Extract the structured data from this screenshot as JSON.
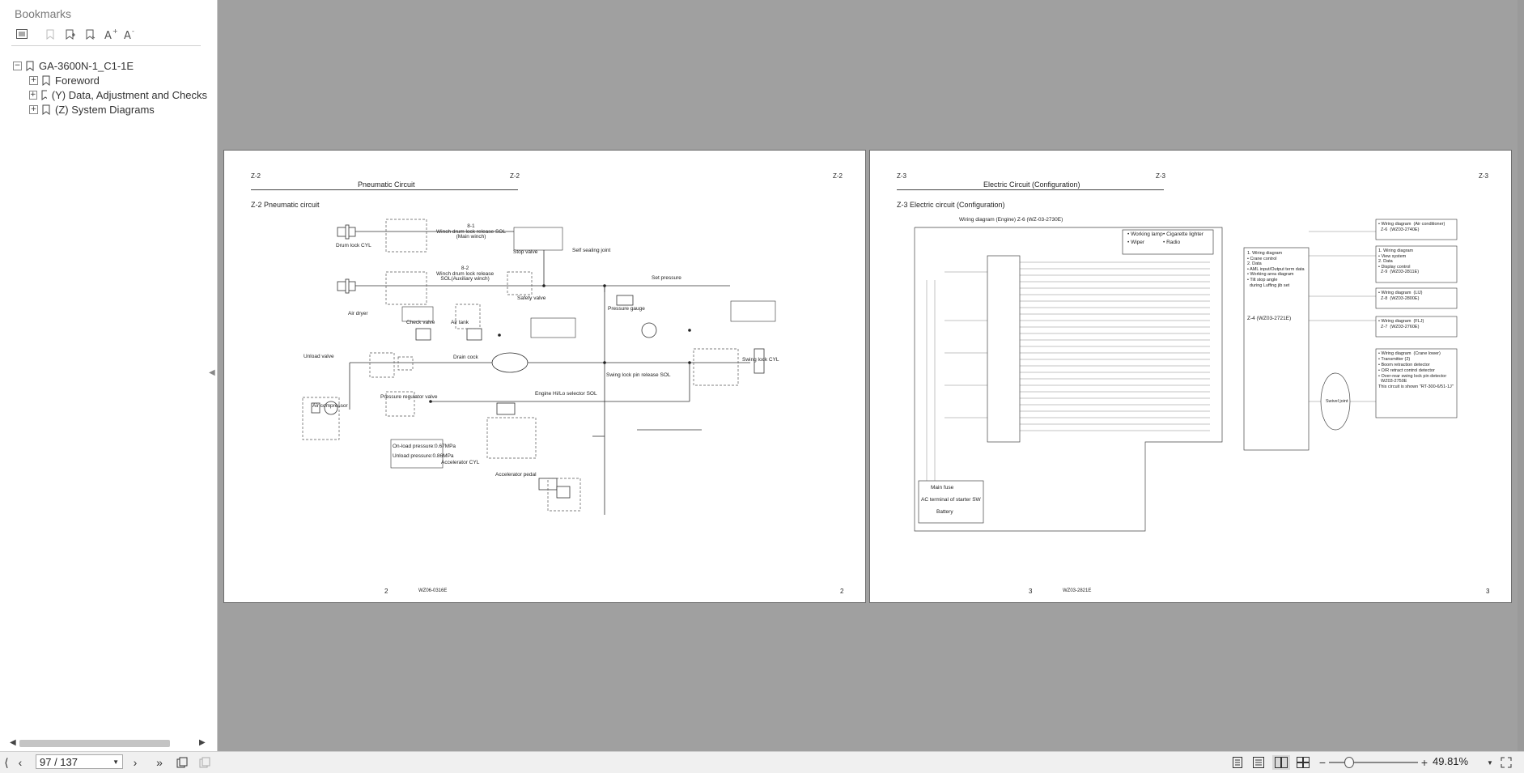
{
  "sidebar": {
    "title": "Bookmarks",
    "tree": [
      {
        "label": "GA-3600N-1_C1-1E",
        "toggle": "−"
      },
      {
        "label": "Foreword",
        "toggle": "+"
      },
      {
        "label": "(Y) Data, Adjustment and Checks",
        "toggle": "+"
      },
      {
        "label": "(Z) System Diagrams",
        "toggle": "+"
      }
    ]
  },
  "pages": {
    "left": {
      "hdr_l": "Z-2",
      "hdr_r": "Z-2",
      "corner": "Z-2",
      "title": "Pneumatic Circuit",
      "section": "Z-2     Pneumatic circuit",
      "labels": {
        "drum_lock": "Drum lock CYL",
        "winch_sol": "8-1\nWinch drum lock release SOL\n(Main winch)",
        "winch_sol2": "8-2\nWinch drum lock release\nSOL(Auxiliary winch)",
        "stop_valve": "Stop valve",
        "self_sealing": "Self sealing joint",
        "safety_valve": "Safety valve",
        "pressure_gauge": "Pressure gauge",
        "air_dryer": "Air dryer",
        "check_valve": "Check valve",
        "air_tank": "Air tank",
        "drain_cock": "Drain cock",
        "unload_valve": "Unload valve",
        "air_compressor": "Air compressor",
        "pressure_reg": "Pressure regulator valve",
        "swing_sol": "Swing lock pin release SOL",
        "swing_cyl": "Swing lock CYL",
        "set_pressure": "Set pressure",
        "engine_sol": "Engine Hi/Lo selector SOL",
        "accel_cyl": "Accelerator CYL",
        "accel_pedal": "Accelerator pedal",
        "on_load": "On-load pressure:0.67MPa",
        "unload": "Unload pressure:0.86MPa"
      },
      "page_no": "2",
      "doc_no": "WZ06-0316E",
      "page_no_r": "2"
    },
    "right": {
      "hdr_l": "Z-3",
      "hdr_r": "Z-3",
      "corner": "Z-3",
      "title": "Electric Circuit  (Configuration)",
      "section": "Z-3     Electric circuit  (Configuration)",
      "wiring_top": "Wiring diagram  (Engine)  Z-6 (WZ-03-2730E)",
      "top_items": [
        "• Working lamp",
        "• Wiper",
        "• Cigarette lighter",
        "• Radio"
      ],
      "mid_box": "1. Wiring diagram\n• Crane control\n2. Data\n• AML input/Output term data\n• Working area diagram\n• Tilt stop angle\n  during Luffing jib set",
      "z4": "Z-4  (WZ03-2721E)",
      "right_boxes": [
        "• Wiring diagram  (Air conditioner)\n  Z-6  (WZ03-2740E)",
        "1. Wiring diagram\n• View system\n2. Data\n• Display control\n  Z-9  (WZ03-2811E)",
        "• Wiring diagram  (LIJ)\n  Z-8  (WZ03-2800E)",
        "• Wiring diagram  (FLJ)\n  Z-7  (WZ03-2760E)",
        "• Wiring diagram  (Crane lower)\n• Transmitter (2)\n• Boom retraction detector\n• O/R retract control detector\n• Over-rear swing lock pin detector\n  WZ03-2750E\nThis circuit is shown \"RT-300-6/51-1J\""
      ],
      "swivel": "Swivel joint",
      "bottom_box": [
        "Main fuse",
        "AC terminal of starter SW",
        "Battery"
      ],
      "page_no": "3",
      "doc_no": "WZ03-2821E",
      "page_no_r": "3"
    }
  },
  "status": {
    "page_input": "97 / 137",
    "zoom": "49.81%"
  }
}
